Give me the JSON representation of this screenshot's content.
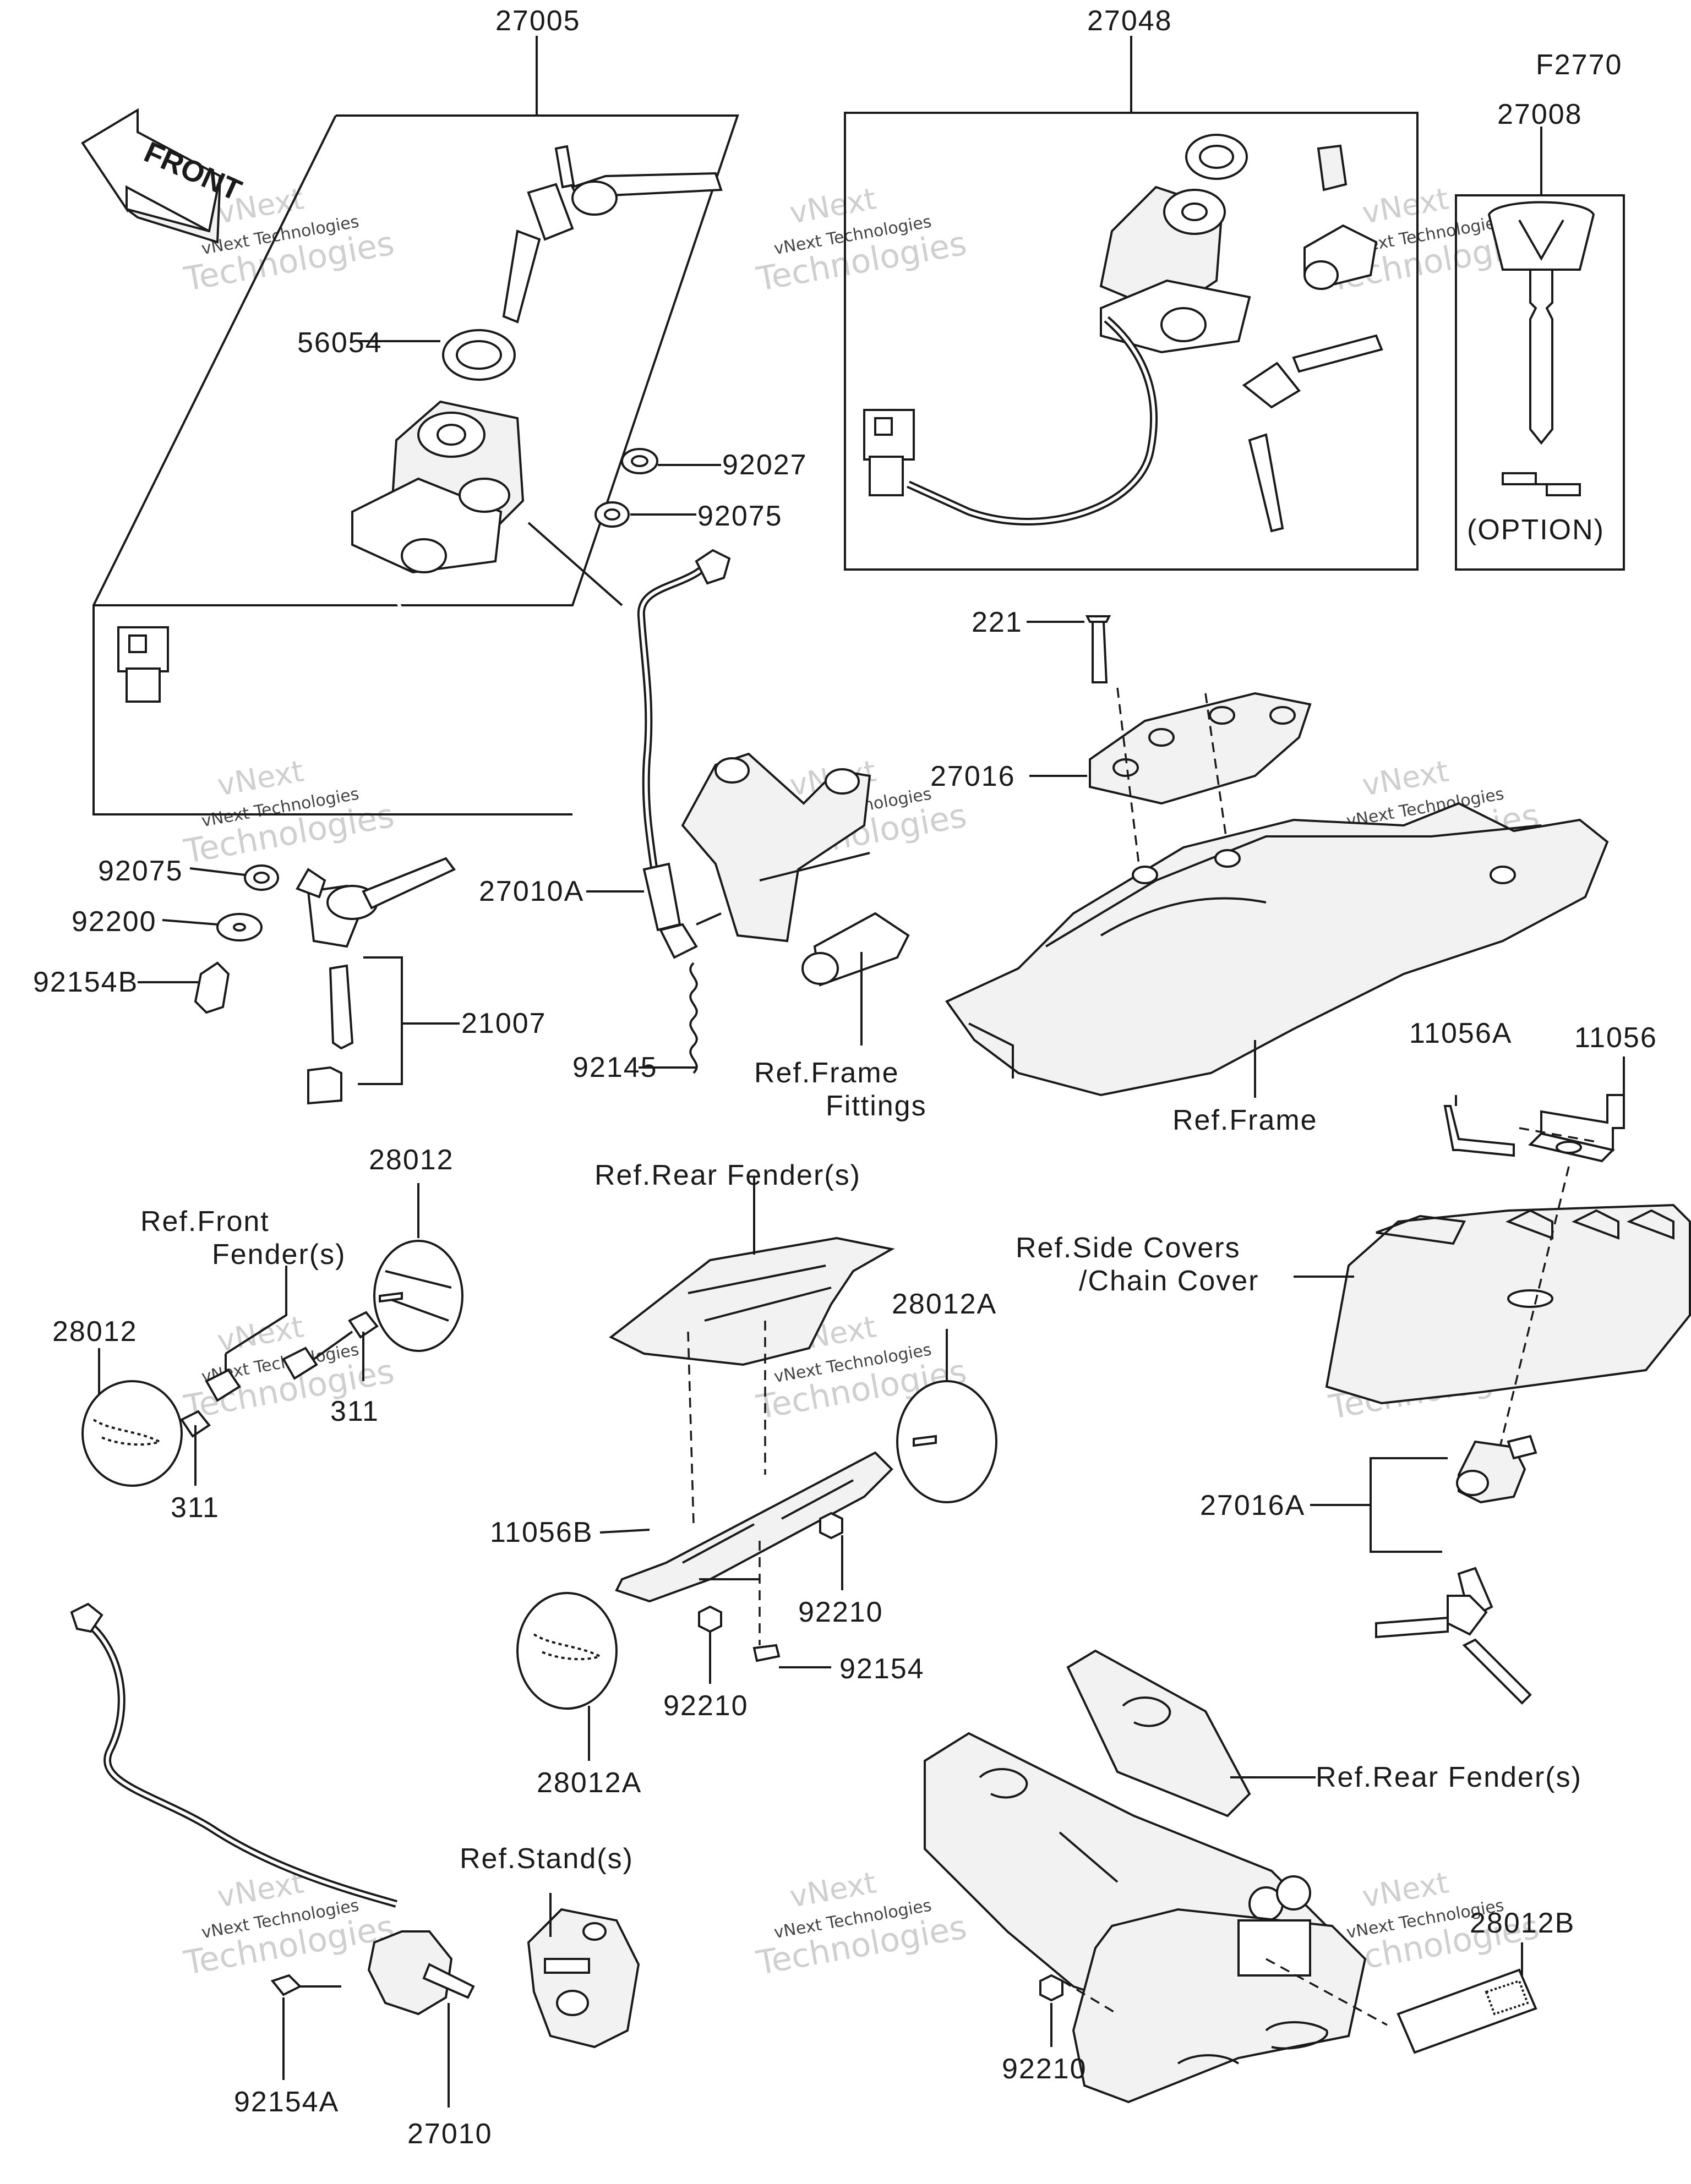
{
  "figure_code": "F2770",
  "front_label": "FRONT",
  "labels": {
    "p27005": "27005",
    "p27048": "27048",
    "p27008": "27008",
    "option": "(OPTION)",
    "p56054": "56054",
    "p92027": "92027",
    "p92075_top": "92075",
    "p92075_left": "92075",
    "p92200": "92200",
    "p92154B": "92154B",
    "p21007": "21007",
    "p27010A": "27010A",
    "p92145": "92145",
    "ref_frame_fittings_1": "Ref.Frame",
    "ref_frame_fittings_2": "Fittings",
    "p221": "221",
    "p27016": "27016",
    "ref_frame": "Ref.Frame",
    "p11056A": "11056A",
    "p11056": "11056",
    "p28012_top": "28012",
    "ref_front_fender_1": "Ref.Front",
    "ref_front_fender_2": "Fender(s)",
    "p28012_left": "28012",
    "p311_a": "311",
    "p311_b": "311",
    "ref_rear_fender_top": "Ref.Rear Fender(s)",
    "p28012A_right": "28012A",
    "p11056B": "11056B",
    "p92210_a": "92210",
    "p92210_b": "92210",
    "p92154": "92154",
    "p28012A_bottom": "28012A",
    "ref_side_covers_1": "Ref.Side Covers",
    "ref_side_covers_2": "/Chain Cover",
    "p27016A": "27016A",
    "ref_stand": "Ref.Stand(s)",
    "ref_rear_fender_bottom": "Ref.Rear Fender(s)",
    "p28012B": "28012B",
    "p92210_c": "92210",
    "p92154A": "92154A",
    "p27010": "27010"
  },
  "watermark": {
    "line1": "vNext",
    "line2": "vNext Technologies",
    "line3": "Technologies"
  }
}
